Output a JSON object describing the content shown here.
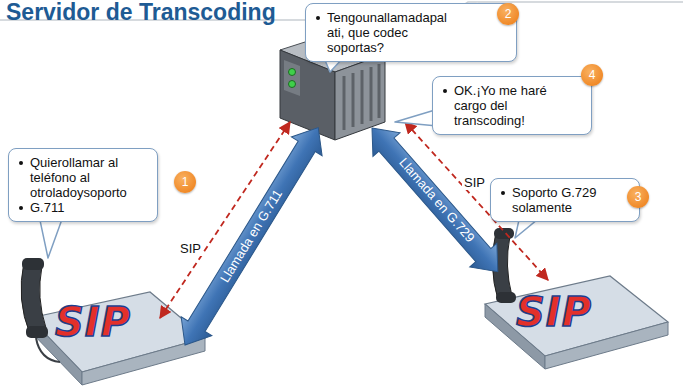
{
  "diagram": {
    "nodes": [
      {
        "text": [
          "Tengounallamadapal ati, que codec soportas?"
        ]
      },
      {
        "text": [
          "OK.¡Yo me haré cargo del transcoding!"
        ]
      },
      {
        "text": [
          "Quierollamar al teléfono al otroladoysoporto",
          "G.711"
        ]
      },
      {
        "text": [
          "Soporto G.729 solamente"
        ]
      },
      {
        "text": [
          "SIP"
        ]
      },
      {
        "text": [
          "SIP"
        ]
      }
    ],
    "labels": [
      "Servidor de Transcoding",
      "2",
      "4",
      "1",
      "SIP",
      "Llamada en G.711",
      "Llamada en G.729",
      "SIP",
      "3"
    ]
  }
}
